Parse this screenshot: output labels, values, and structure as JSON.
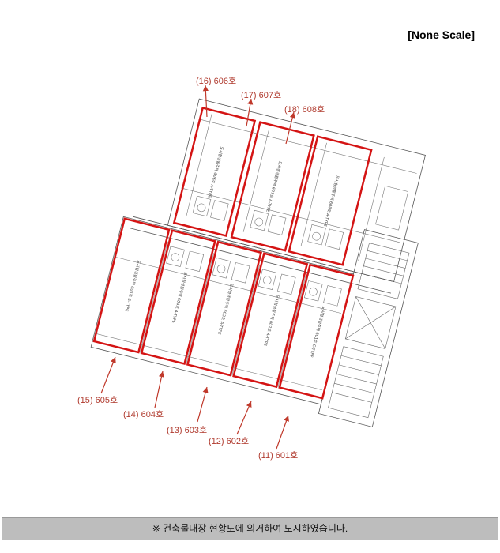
{
  "scale_label": "[None Scale]",
  "units_top": [
    {
      "label": "(16) 606호",
      "room_tag": "도시형생활주택 606호 A-TYPE"
    },
    {
      "label": "(17) 607호",
      "room_tag": "도시형생활주택 607호 A-TYPE"
    },
    {
      "label": "(18) 608호",
      "room_tag": "도시형생활주택 608호 A-TYPE"
    }
  ],
  "units_bottom": [
    {
      "label": "(15) 605호",
      "room_tag": "도시형생활주택 605호 B-TYPE"
    },
    {
      "label": "(14) 604호",
      "room_tag": "도시형생활주택 604호 A-TYPE"
    },
    {
      "label": "(13) 603호",
      "room_tag": "도시형생활주택 603호 A-TYPE"
    },
    {
      "label": "(12) 602호",
      "room_tag": "도시형생활주택 602호 A-TYPE"
    },
    {
      "label": "(11) 601호",
      "room_tag": "도시형생활주택 601호 C-TYPE"
    }
  ],
  "footer_note": "※ 건축물대장 현황도에 의거하여 노시하였습니다.",
  "colors": {
    "highlight": "#d41414",
    "arrow": "#c0392b",
    "label": "#b03a2e",
    "footer_bg": "#bdbdbd"
  }
}
